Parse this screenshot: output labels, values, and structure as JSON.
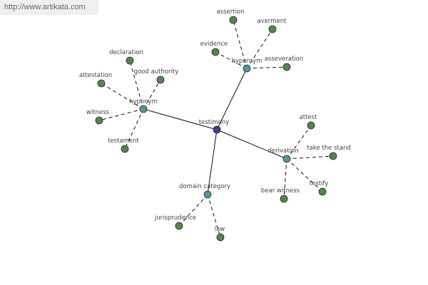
{
  "site_url": "http://www.artikata.com",
  "colors": {
    "center_node": "#3b3f8f",
    "relation_node": "#4f9a9e",
    "term_node": "#4d8a46",
    "node_stroke": "#2a2a2a",
    "edge": "#111111",
    "label": "#444444"
  },
  "center": {
    "id": "testimony",
    "label": "testimony"
  },
  "relations": [
    {
      "id": "hypernym-top",
      "label": "hypernym",
      "terms": [
        "assertion",
        "averment",
        "evidence",
        "asseveration"
      ]
    },
    {
      "id": "hyponym",
      "label": "hyponym",
      "terms": [
        "declaration",
        "good authority",
        "attestation",
        "witness",
        "testament"
      ]
    },
    {
      "id": "derivation",
      "label": "derivation",
      "terms": [
        "attest",
        "take the stand",
        "testify",
        "bear witness"
      ]
    },
    {
      "id": "domain-category",
      "label": "domain category",
      "terms": [
        "jurisprudence",
        "law"
      ]
    }
  ]
}
